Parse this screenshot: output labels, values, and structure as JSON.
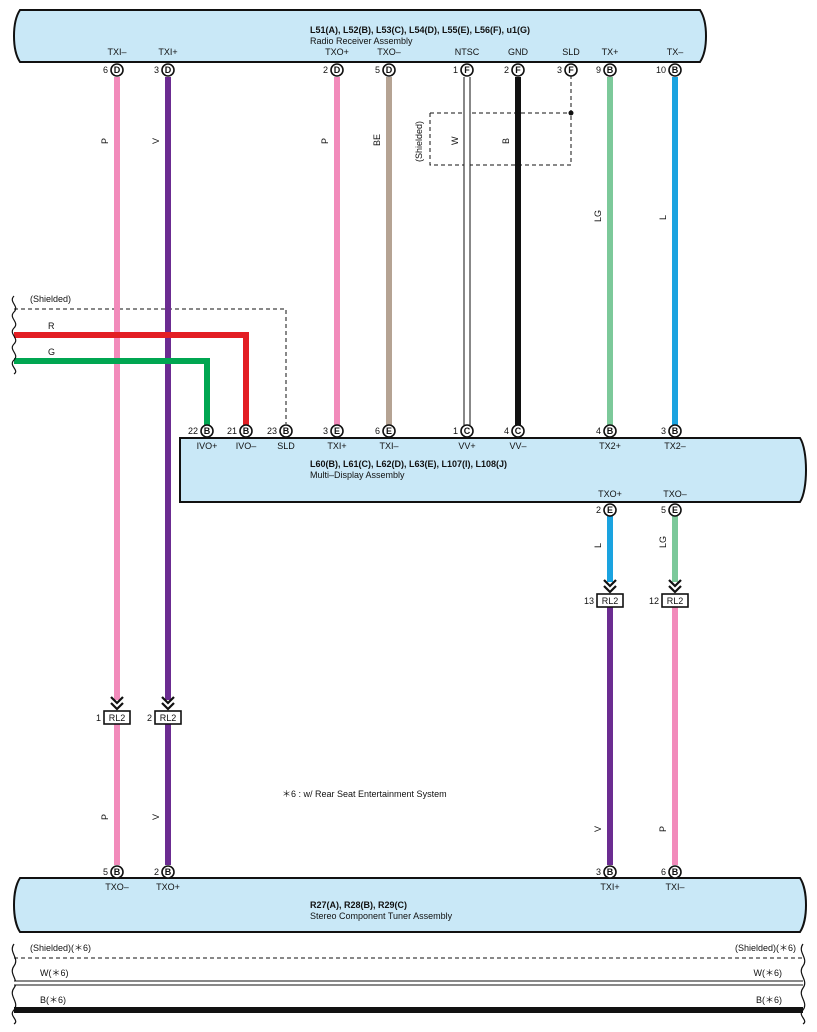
{
  "assemblies": {
    "radio": {
      "code": "L51(A), L52(B), L53(C), L54(D), L55(E), L56(F), u1(G)",
      "name": "Radio Receiver Assembly"
    },
    "multi": {
      "code": "L60(B), L61(C), L62(D), L63(E), L107(I), L108(J)",
      "name": "Multi–Display Assembly"
    },
    "stereo": {
      "code": "R27(A), R28(B), R29(C)",
      "name": "Stereo Component Tuner Assembly"
    }
  },
  "radio_pins": [
    {
      "label": "TXI–",
      "num": "6",
      "letter": "D"
    },
    {
      "label": "TXI+",
      "num": "3",
      "letter": "D"
    },
    {
      "label": "TXO+",
      "num": "2",
      "letter": "D"
    },
    {
      "label": "TXO–",
      "num": "5",
      "letter": "D"
    },
    {
      "label": "NTSC",
      "num": "1",
      "letter": "F"
    },
    {
      "label": "GND",
      "num": "2",
      "letter": "F"
    },
    {
      "label": "SLD",
      "num": "3",
      "letter": "F"
    },
    {
      "label": "TX+",
      "num": "9",
      "letter": "B"
    },
    {
      "label": "TX–",
      "num": "10",
      "letter": "B"
    }
  ],
  "multi_top_pins": [
    {
      "label": "IVO+",
      "num": "22",
      "letter": "B"
    },
    {
      "label": "IVO–",
      "num": "21",
      "letter": "B"
    },
    {
      "label": "SLD",
      "num": "23",
      "letter": "B"
    },
    {
      "label": "TXI+",
      "num": "3",
      "letter": "E"
    },
    {
      "label": "TXI–",
      "num": "6",
      "letter": "E"
    },
    {
      "label": "VV+",
      "num": "1",
      "letter": "C"
    },
    {
      "label": "VV–",
      "num": "4",
      "letter": "C"
    },
    {
      "label": "TX2+",
      "num": "4",
      "letter": "B"
    },
    {
      "label": "TX2–",
      "num": "3",
      "letter": "B"
    }
  ],
  "multi_bottom_pins": [
    {
      "label": "TXO+",
      "num": "2",
      "letter": "E"
    },
    {
      "label": "TXO–",
      "num": "5",
      "letter": "E"
    }
  ],
  "stereo_pins": [
    {
      "label": "TXO–",
      "num": "5",
      "letter": "B"
    },
    {
      "label": "TXO+",
      "num": "2",
      "letter": "B"
    },
    {
      "label": "TXI+",
      "num": "3",
      "letter": "B"
    },
    {
      "label": "TXI–",
      "num": "6",
      "letter": "B"
    }
  ],
  "wire_codes": {
    "radio_txi_minus": "P",
    "radio_txi_plus": "V",
    "radio_txo_plus": "P",
    "radio_txo_minus": "BE",
    "ntsc": "W",
    "gnd": "B",
    "tx_plus": "LG",
    "tx_minus": "L",
    "ivo_minus": "R",
    "ivo_plus": "G",
    "multi_txo_plus": "L",
    "multi_txo_minus": "LG",
    "lower_txi_minus": "P",
    "lower_txi_plus": "V",
    "lower_txo_plus": "V",
    "lower_txo_minus": "P"
  },
  "shield_labels": {
    "radio": "(Shielded)",
    "left": "(Shielded)"
  },
  "junctions": [
    {
      "num": "13",
      "label": "RL2"
    },
    {
      "num": "12",
      "label": "RL2"
    },
    {
      "num": "1",
      "label": "RL2"
    },
    {
      "num": "2",
      "label": "RL2"
    }
  ],
  "note": "＊6 : w/ Rear Seat Entertainment System",
  "legend": {
    "shielded_left": "(Shielded)(＊6)",
    "shielded_right": "(Shielded)(＊6)",
    "w_left": "W(＊6)",
    "w_right": "W(＊6)",
    "b_left": "B(＊6)",
    "b_right": "B(＊6)"
  },
  "colors": {
    "connector_fill": "#c9e8f7",
    "pink": "#f28bbb",
    "violet": "#6b2c91",
    "beige": "#b5a393",
    "black": "#111111",
    "light_green": "#7cc99a",
    "blue": "#1aa3e0",
    "red": "#e31e24",
    "green": "#00a651",
    "white_wire": "#ffffff"
  }
}
